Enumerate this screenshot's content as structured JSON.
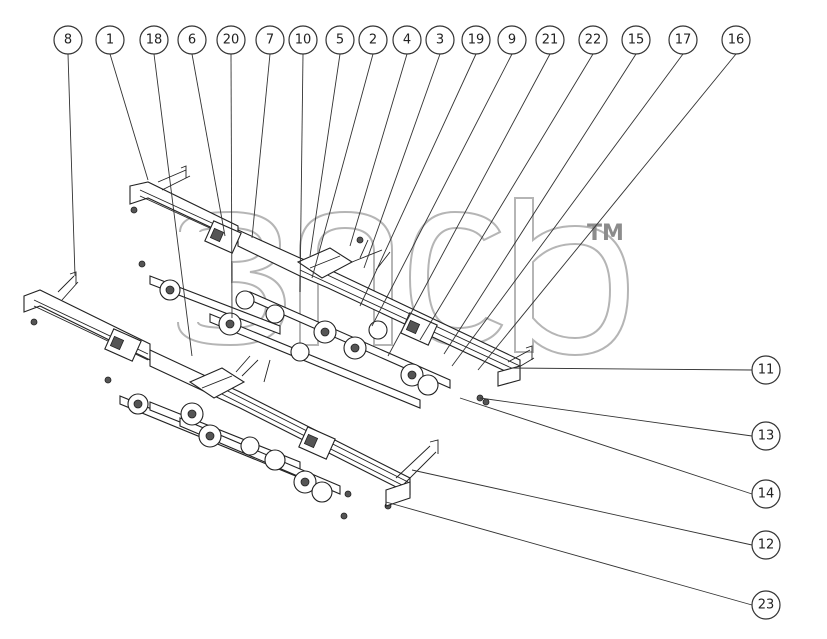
{
  "top_callouts": [
    "8",
    "1",
    "18",
    "6",
    "20",
    "7",
    "10",
    "5",
    "2",
    "4",
    "3",
    "19",
    "9",
    "21",
    "22",
    "15",
    "17",
    "16"
  ],
  "right_callouts": [
    "11",
    "13",
    "14",
    "12",
    "23"
  ],
  "watermark": {
    "text": "3ncb",
    "trademark": "TM",
    "color": "#b5b5b5"
  },
  "icon": "suspension-assembly-drawing"
}
